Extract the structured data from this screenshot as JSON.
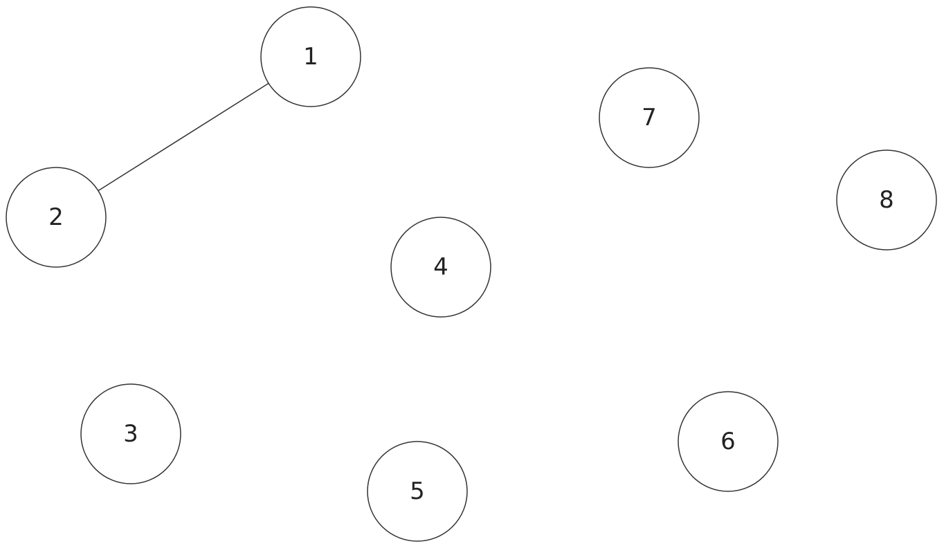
{
  "graph": {
    "nodes": [
      {
        "id": "1",
        "label": "1"
      },
      {
        "id": "2",
        "label": "2"
      },
      {
        "id": "3",
        "label": "3"
      },
      {
        "id": "4",
        "label": "4"
      },
      {
        "id": "5",
        "label": "5"
      },
      {
        "id": "6",
        "label": "6"
      },
      {
        "id": "7",
        "label": "7"
      },
      {
        "id": "8",
        "label": "8"
      }
    ],
    "edges": [
      {
        "from": "1",
        "to": "2"
      }
    ],
    "colors": {
      "stroke": "#333333",
      "fill": "#ffffff",
      "text": "#222222"
    }
  }
}
